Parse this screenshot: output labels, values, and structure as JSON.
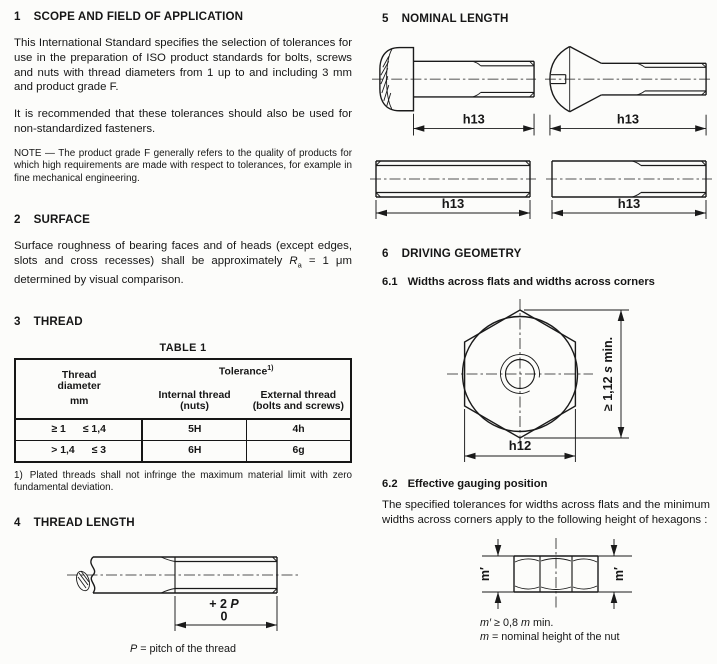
{
  "page": {
    "bg": "#fcfcfa",
    "ink": "#161616"
  },
  "left": {
    "s1": {
      "num": "1",
      "title": "SCOPE AND FIELD OF APPLICATION",
      "p1": "This International Standard specifies the selection of tolerances for use in the preparation of ISO product standards for bolts, screws and nuts with thread diameters from 1 up to and including 3 mm and product grade F.",
      "p2": "It is recommended that these tolerances should also be used for non-standardized fasteners.",
      "note": "NOTE — The product grade F generally refers to the quality of products for which high requirements are made with respect to tolerances, for example in fine mechanical engineering."
    },
    "s2": {
      "num": "2",
      "title": "SURFACE",
      "p1a": "Surface roughness of bearing faces and of heads (except edges, slots and cross recesses) shall be approximately",
      "sym": "R",
      "sym_sub": "a",
      "p1b": " = 1 μm determined by visual comparison."
    },
    "s3": {
      "num": "3",
      "title": "THREAD",
      "table": {
        "caption": "TABLE 1",
        "col_diameter": {
          "l1": "Thread",
          "l2": "diameter",
          "l3": "mm"
        },
        "tolerance": "Tolerance",
        "tolerance_sup": "1)",
        "internal": {
          "l1": "Internal thread",
          "l2": "(nuts)"
        },
        "external": {
          "l1": "External thread",
          "l2": "(bolts and screws)"
        },
        "rows": [
          {
            "d1": "≥ 1",
            "d2": "≤ 1,4",
            "internal": "5H",
            "external": "4h"
          },
          {
            "d1": "> 1,4",
            "d2": "≤ 3",
            "internal": "6H",
            "external": "6g"
          }
        ]
      },
      "footnote_num": "1)",
      "footnote": "Plated threads shall not infringe the maximum material limit with zero fundamental deviation."
    },
    "s4": {
      "num": "4",
      "title": "THREAD LENGTH",
      "dim_plus": "+ 2 ",
      "dim_p": "P",
      "dim_zero": "0",
      "caption_sym": "P",
      "caption_rest": " = pitch of the thread"
    }
  },
  "right": {
    "s5": {
      "num": "5",
      "title": "NOMINAL LENGTH",
      "dims": [
        "h13",
        "h13",
        "h13",
        "h13"
      ]
    },
    "s6": {
      "num": "6",
      "title": "DRIVING GEOMETRY",
      "s61": {
        "num": "6.1",
        "title": "Widths across flats and widths across corners",
        "dim_flats": "h12",
        "dim_corners_a": "≥ 1,12 ",
        "dim_corners_s": "s",
        "dim_corners_b": " min."
      },
      "s62": {
        "num": "6.2",
        "title": "Effective gauging position",
        "p1": "The specified tolerances for widths across flats and the minimum widths across corners apply to the following height of hexagons :",
        "dim_m": "m′",
        "cap1_m": "m′",
        "cap1_rest": " ≥ 0,8 ",
        "cap1_m2": "m",
        "cap1_end": " min.",
        "cap2_m": "m",
        "cap2_rest": " = nominal height of the nut"
      }
    }
  }
}
